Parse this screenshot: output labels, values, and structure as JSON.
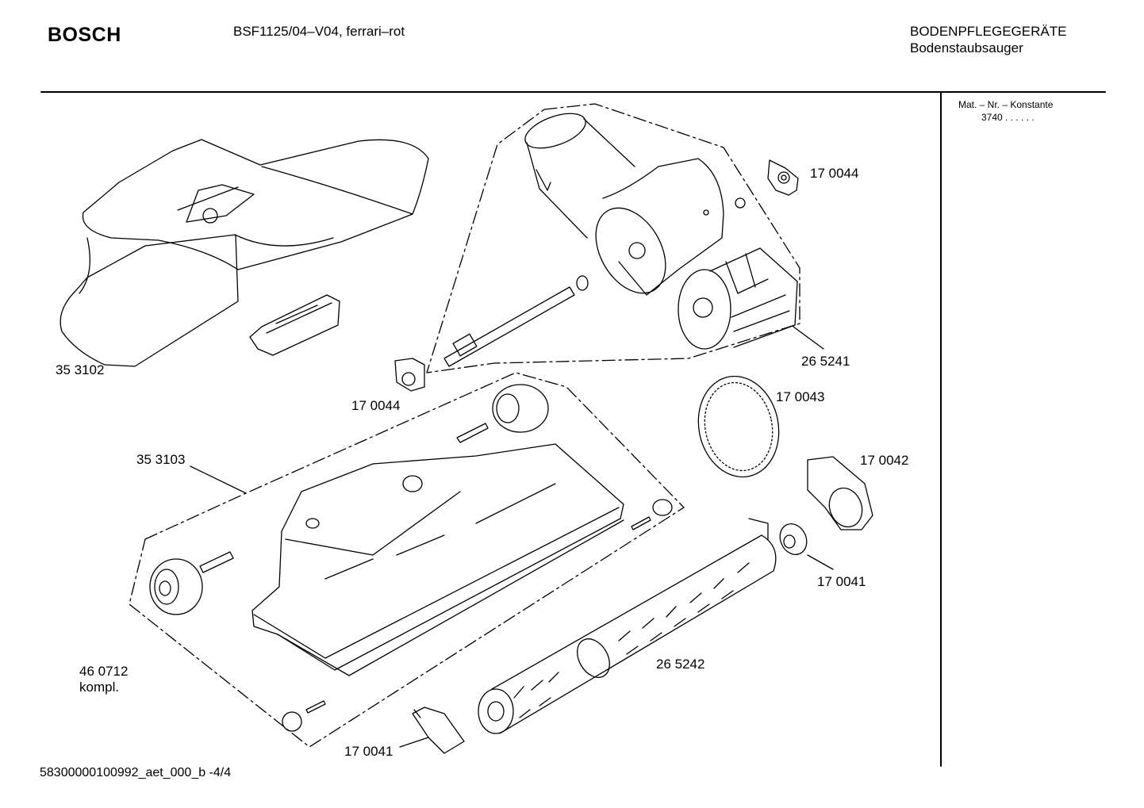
{
  "header": {
    "brand": "BOSCH",
    "model": "BSF1125/04–V04, ferrari–rot",
    "category": "BODENPFLEGEGERÄTE",
    "subcategory": "Bodenstaubsauger"
  },
  "sidebar": {
    "mat_label": "Mat. – Nr. – Konstante",
    "mat_value": "3740  .  .     .  .  .  ."
  },
  "parts": [
    {
      "id": "p-353102",
      "label": "35 3102"
    },
    {
      "id": "p-170044-a",
      "label": "17 0044"
    },
    {
      "id": "p-170044-b",
      "label": "17 0044"
    },
    {
      "id": "p-265241",
      "label": "26 5241"
    },
    {
      "id": "p-170043",
      "label": "17 0043"
    },
    {
      "id": "p-170042",
      "label": "17 0042"
    },
    {
      "id": "p-353103",
      "label": "35 3103"
    },
    {
      "id": "p-170041-a",
      "label": "17 0041"
    },
    {
      "id": "p-265242",
      "label": "26 5242"
    },
    {
      "id": "p-460712",
      "label": "46 0712"
    },
    {
      "id": "p-460712-note",
      "label": "kompl."
    },
    {
      "id": "p-170041-b",
      "label": "17 0041"
    }
  ],
  "footer": {
    "doc_id": "58300000100992_aet_000_b  -4/4"
  }
}
